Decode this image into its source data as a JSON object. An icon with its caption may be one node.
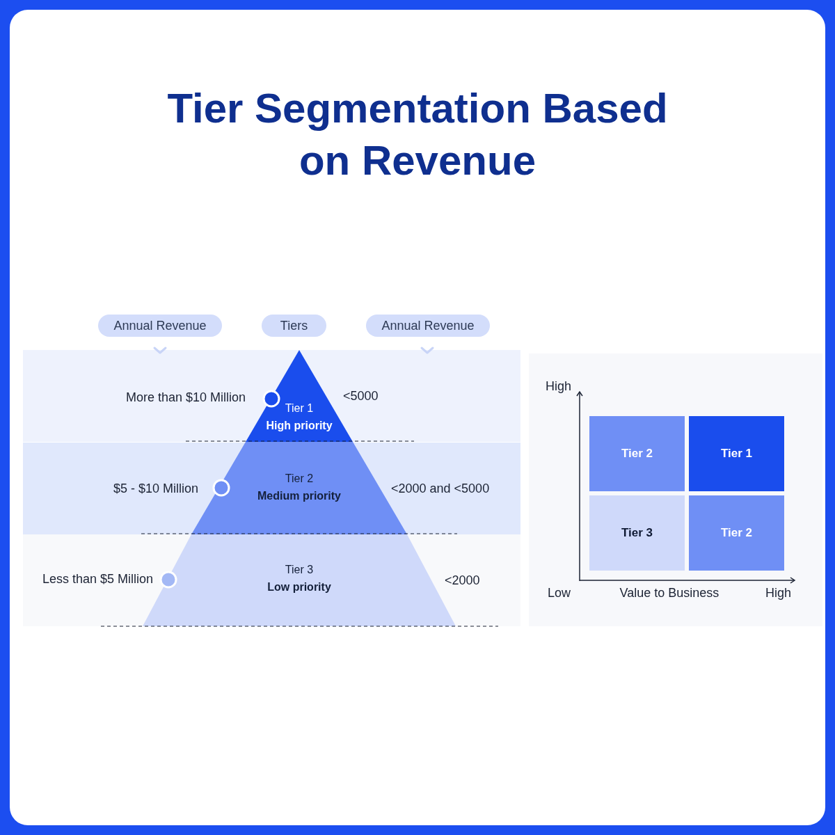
{
  "diagram": {
    "title": "Tier Segmentation Based on Revenue",
    "nodes": [
      {
        "text": [
          "Annual Revenue"
        ]
      },
      {
        "text": [
          "Tiers"
        ]
      },
      {
        "text": [
          "Annual Revenue"
        ]
      },
      {
        "text": [
          "Tier 1",
          "High priority"
        ]
      },
      {
        "text": [
          "Tier 2",
          "Medium priority"
        ]
      },
      {
        "text": [
          "Tier 3",
          "Low priority"
        ]
      },
      {
        "text": [
          "Tier 2"
        ]
      },
      {
        "text": [
          "Tier 1"
        ]
      },
      {
        "text": [
          "Tier 3"
        ]
      },
      {
        "text": [
          "Tier 2"
        ]
      }
    ],
    "labels": [
      "More than $10 Million",
      "<5000",
      "$5 - $10 Million",
      "<2000 and <5000",
      "Less than $5 Million",
      "<2000",
      "High",
      "Low",
      "Value to Business",
      "High"
    ]
  }
}
